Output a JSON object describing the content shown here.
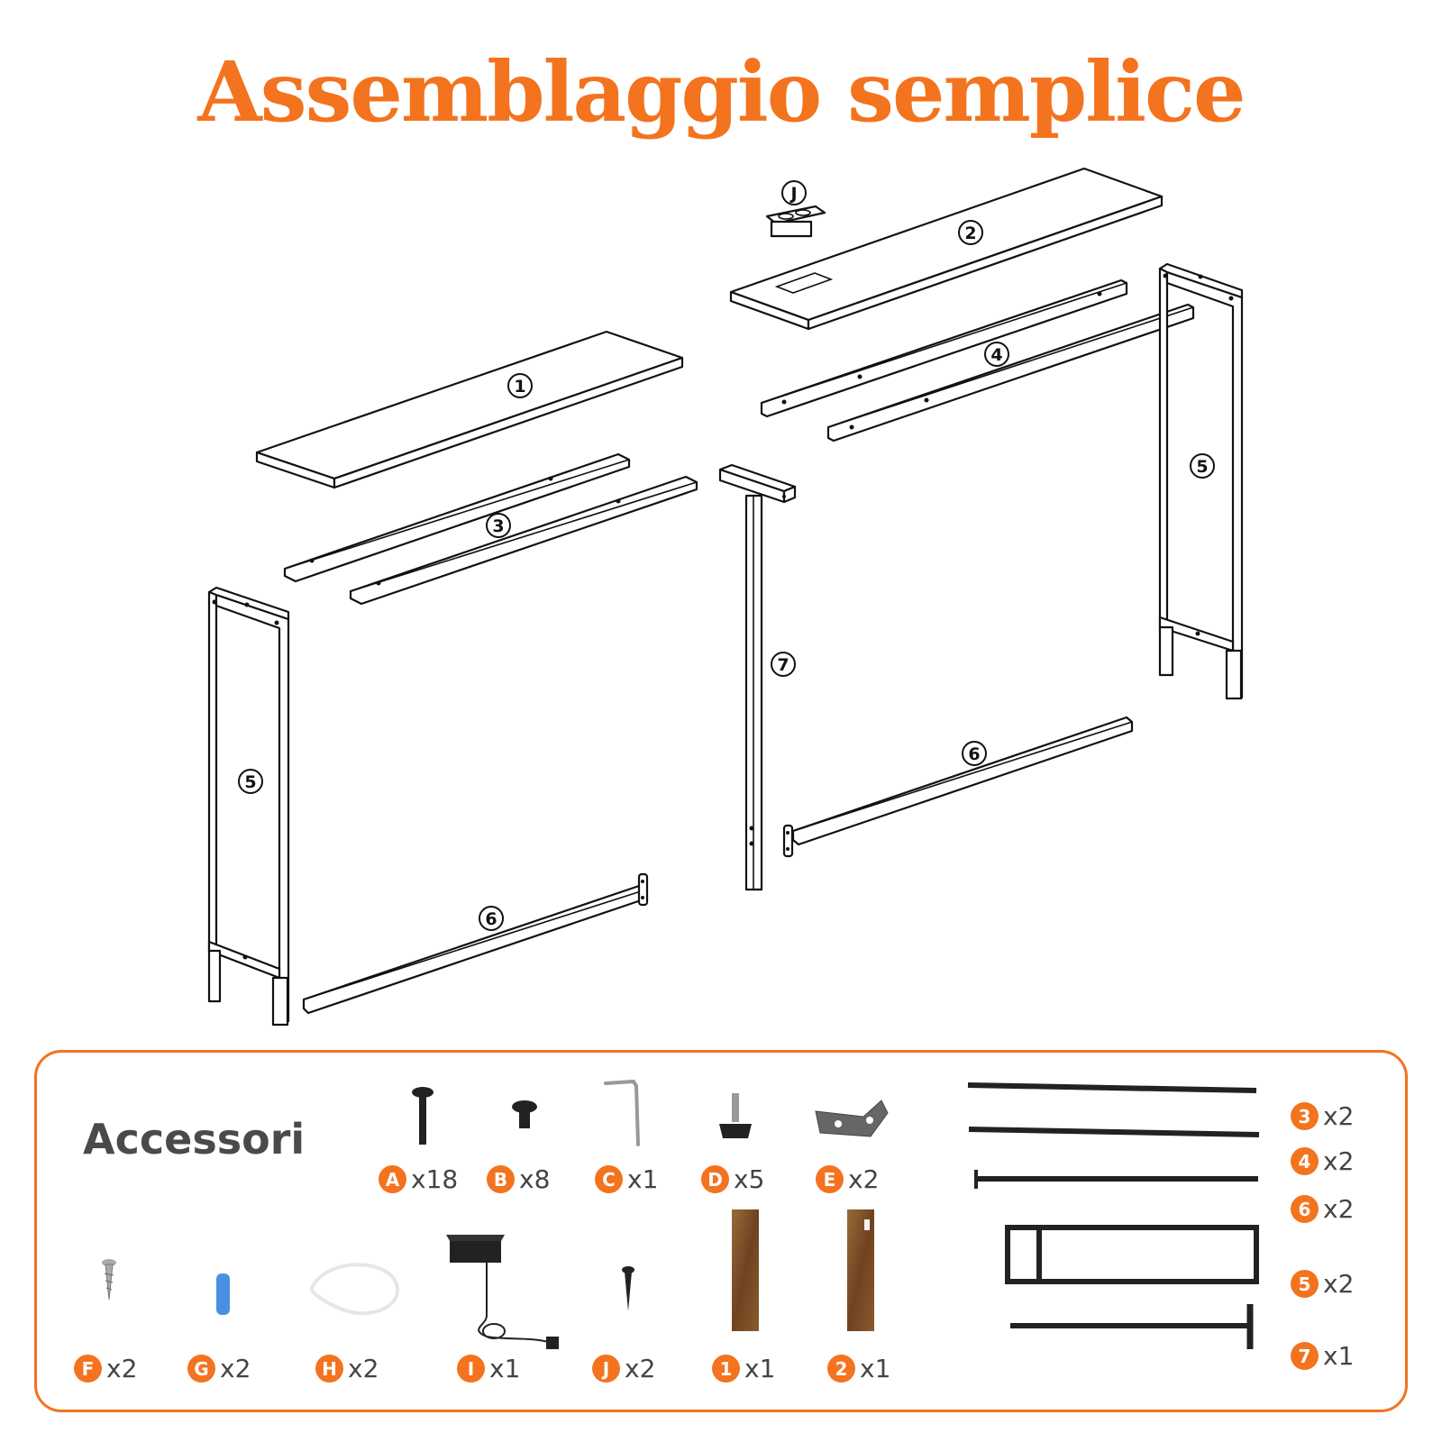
{
  "title": "Assemblaggio semplice",
  "diagram_labels": {
    "p1": "1",
    "p2": "2",
    "p3": "3",
    "p4": "4",
    "p5a": "5",
    "p5b": "5",
    "p6a": "6",
    "p6b": "6",
    "p7": "7",
    "pJ": "J"
  },
  "accessories": {
    "title": "Accessori",
    "hardware": [
      {
        "id": "A",
        "qty": "x18"
      },
      {
        "id": "B",
        "qty": "x8"
      },
      {
        "id": "C",
        "qty": "x1"
      },
      {
        "id": "D",
        "qty": "x5"
      },
      {
        "id": "E",
        "qty": "x2"
      },
      {
        "id": "F",
        "qty": "x2"
      },
      {
        "id": "G",
        "qty": "x2"
      },
      {
        "id": "H",
        "qty": "x2"
      },
      {
        "id": "I",
        "qty": "x1"
      },
      {
        "id": "J",
        "qty": "x2"
      },
      {
        "id": "1",
        "qty": "x1"
      },
      {
        "id": "2",
        "qty": "x1"
      }
    ],
    "frame_parts": [
      {
        "id": "3",
        "qty": "x2"
      },
      {
        "id": "4",
        "qty": "x2"
      },
      {
        "id": "6",
        "qty": "x2"
      },
      {
        "id": "5",
        "qty": "x2"
      },
      {
        "id": "7",
        "qty": "x1"
      }
    ]
  },
  "colors": {
    "accent": "#f3731e",
    "line": "#111111",
    "wood": "#8a5a2e"
  }
}
